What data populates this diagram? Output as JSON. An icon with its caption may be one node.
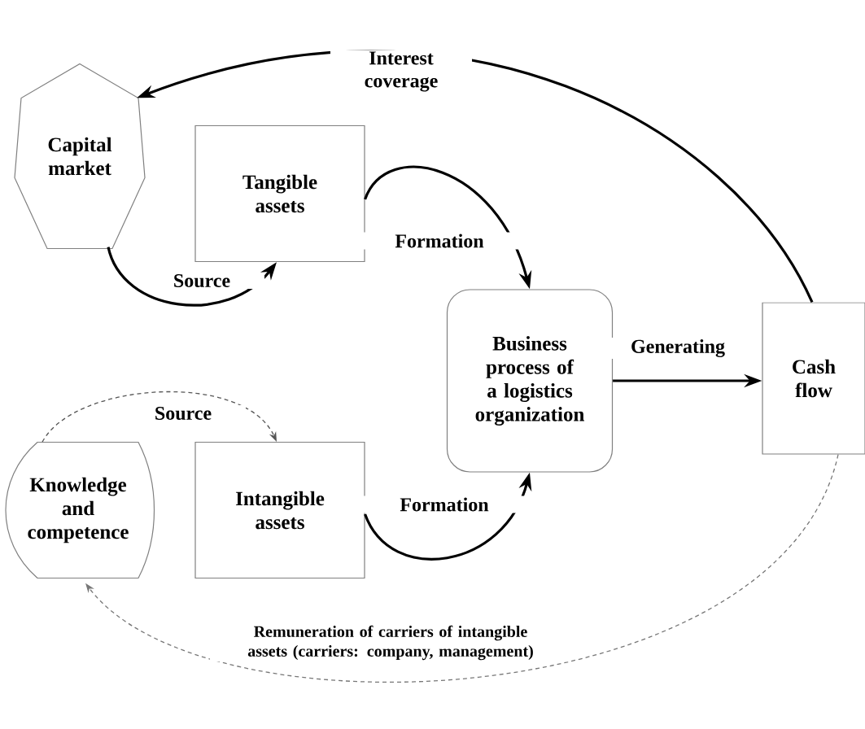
{
  "diagram": {
    "nodes": [
      {
        "text": [
          "Capital market"
        ]
      },
      {
        "text": [
          "Tangible assets"
        ]
      },
      {
        "text": [
          "Business process of a logistics organization"
        ]
      },
      {
        "text": [
          "Cash flow"
        ]
      },
      {
        "text": [
          "Knowledge and competence"
        ]
      },
      {
        "text": [
          "Intangible assets"
        ]
      }
    ],
    "edges": [
      {
        "from": 0,
        "to": 1,
        "arrow": "to",
        "label": "Source"
      },
      {
        "from": 1,
        "to": 2,
        "arrow": "to",
        "label": "Formation"
      },
      {
        "from": 4,
        "to": 5,
        "arrow": "to",
        "label": "Source",
        "style": "dashed",
        "color": "#555555"
      },
      {
        "from": 5,
        "to": 2,
        "arrow": "to",
        "label": "Formation"
      },
      {
        "from": 2,
        "to": 3,
        "arrow": "to",
        "label": "Generating"
      },
      {
        "from": 3,
        "to": 0,
        "arrow": "to",
        "label": "Interest coverage"
      },
      {
        "from": 3,
        "to": 4,
        "arrow": "to",
        "label": "Remuneration of carriers of intangible assets (carriers: company, management)",
        "style": "dashed",
        "color": "#777777"
      }
    ]
  }
}
